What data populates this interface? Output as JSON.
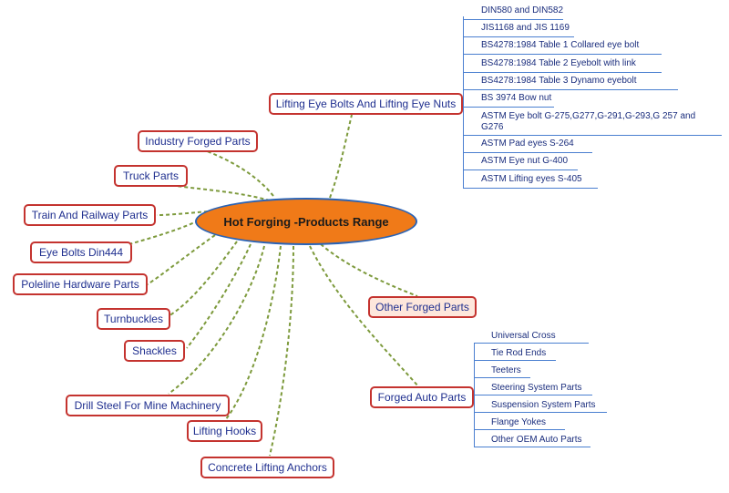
{
  "central": "Hot Forging -Products Range",
  "topics": {
    "industry": "Industry Forged Parts",
    "truck": "Truck Parts",
    "train": "Train And Railway Parts",
    "eye_bolts_din": "Eye Bolts Din444",
    "poleline": "Poleline Hardware Parts",
    "turnbuckles": "Turnbuckles",
    "shackles": "Shackles",
    "drill_steel": "Drill Steel For Mine Machinery",
    "lifting_hooks": "Lifting Hooks",
    "concrete": "Concrete Lifting Anchors",
    "lifting_eye": "Lifting Eye Bolts And Lifting Eye Nuts",
    "other_forged": "Other Forged Parts",
    "forged_auto": "Forged Auto Parts"
  },
  "lifting_eye_items": [
    "DIN580 and DIN582",
    "JIS1168 and JIS 1169",
    "BS4278:1984 Table 1 Collared eye bolt",
    "BS4278:1984 Table 2 Eyebolt with link",
    "BS4278:1984 Table 3 Dynamo eyebolt",
    "BS 3974 Bow nut",
    "ASTM Eye bolt G-275,G277,G-291,G-293,G 257 and G276",
    "ASTM  Pad eyes S-264",
    "ASTM Eye nut G-400",
    "ASTM Lifting eyes S-405"
  ],
  "auto_items": [
    "Universal Cross",
    "Tie Rod Ends",
    "Teeters",
    "Steering System Parts",
    "Suspension System Parts",
    "Flange Yokes",
    "Other OEM Auto Parts"
  ],
  "colors": {
    "central_fill": "#f07a18",
    "central_border": "#2a63b5",
    "topic_border": "#c4332f",
    "topic_text": "#1f2f8f",
    "connector": "#7d9a3c",
    "subtopic_line": "#4a7fd0"
  }
}
